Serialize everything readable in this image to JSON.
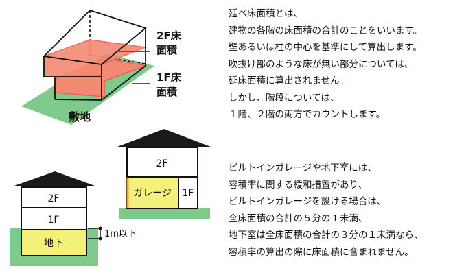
{
  "diagram_top": {
    "label_2f": [
      "2F床",
      "面積"
    ],
    "label_1f": [
      "1F床",
      "面積"
    ],
    "site_label": "敷地"
  },
  "house_right": {
    "floor2": "2F",
    "garage": "ガレージ",
    "floor1": "1F"
  },
  "house_left": {
    "floor2": "2F",
    "floor1": "1F",
    "basement": "地下",
    "dimension": "1m以下"
  },
  "paragraph1": [
    "延べ床面積とは、",
    "建物の各階の床面積の合計のことをいいます。",
    "壁あるいは柱の中心を基準にして算出します。",
    "吹抜け部のような床が無い部分については、",
    "延床面積に算出されません。",
    "しかし、階段については、",
    "１階、２階の両方でカウントします。"
  ],
  "paragraph2": [
    "ビルトインガレージや地下室には、",
    "容積率に関する緩和措置があり、",
    "ビルトインガレージを設ける場合は、",
    "全床面積の合計の５分の１未満、",
    "地下室は全床面積の合計の３分の１未満なら、",
    "容積率の算出の際に床面積に含まれません。"
  ],
  "colors": {
    "site_green": "#7fc98b",
    "floor_red": "#f25a55",
    "floor_fill": "#f48a73",
    "label_red": "#e02020",
    "garage_yellow": "#f4f17a",
    "garage_orange_edge": "#f0a020",
    "roof_black": "#1a1a1a"
  }
}
